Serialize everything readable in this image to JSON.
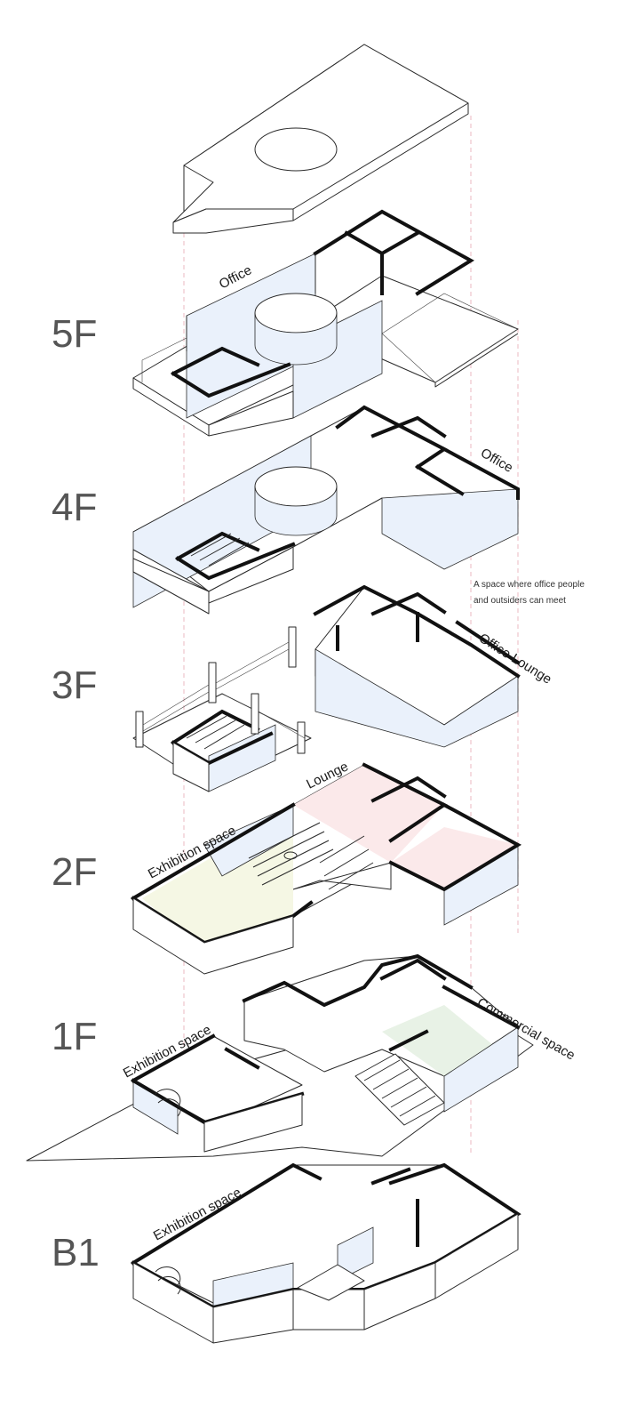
{
  "floors": [
    {
      "id": "5F",
      "label": "5F"
    },
    {
      "id": "4F",
      "label": "4F"
    },
    {
      "id": "3F",
      "label": "3F"
    },
    {
      "id": "2F",
      "label": "2F"
    },
    {
      "id": "1F",
      "label": "1F"
    },
    {
      "id": "B1",
      "label": "B1"
    }
  ],
  "spaces": {
    "office_5f": "Office",
    "office_4f": "Office",
    "office_lounge_3f": "Office Lounge",
    "lounge_2f": "Lounge",
    "exhibition_2f": "Exhibition space",
    "exhibition_1f": "Exhibition space",
    "commercial_1f": "Commercial space",
    "exhibition_b1": "Exhibition space"
  },
  "note": {
    "line1": "A space where office people",
    "line2": "and outsiders can meet"
  },
  "colors": {
    "office": "#eeeef6",
    "lounge": "#fbe9ea",
    "exhibition": "#f5f7e4",
    "commercial": "#e8f2e6",
    "glass": "#eaf1fb",
    "floor_label": "#555555"
  }
}
